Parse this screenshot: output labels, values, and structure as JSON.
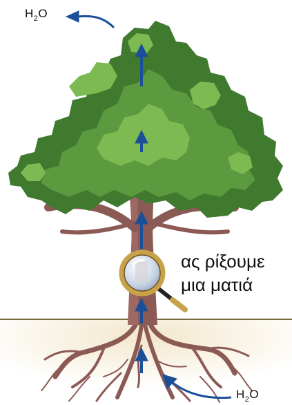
{
  "labels": {
    "water_top": {
      "main": "H",
      "sub": "2",
      "tail": "O"
    },
    "water_bottom": {
      "main": "H",
      "sub": "2",
      "tail": "O"
    },
    "caption_line1": "ας ρίξουμε",
    "caption_line2": "μια ματιά"
  },
  "colors": {
    "foliage_dark": "#3f7a2f",
    "foliage_mid": "#5b9a3e",
    "foliage_light": "#7dba52",
    "trunk": "#8c5a54",
    "trunk_dark": "#6e423e",
    "ground": "#efe0c0",
    "ground_line": "#7a6a44",
    "arrow": "#1b4f9a",
    "lens_rim": "#c8a24a"
  },
  "icons": [
    "magnifier-icon",
    "arrow-icon"
  ]
}
